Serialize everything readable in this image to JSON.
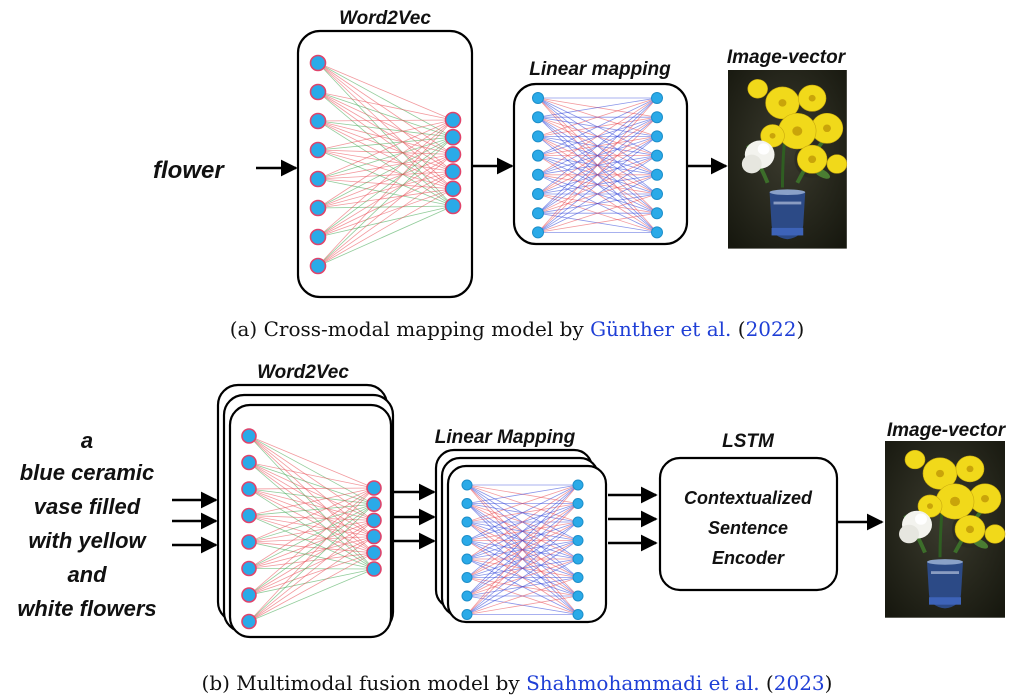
{
  "panel_a": {
    "input_word": "flower",
    "word2vec_label": "Word2Vec",
    "linear_label": "Linear mapping",
    "image_label": "Image-vector",
    "caption_prefix": "(a) Cross-modal mapping model by ",
    "caption_cite_authors": "Günther et al.",
    "caption_cite_year": "2022"
  },
  "panel_b": {
    "input_lines": [
      "a",
      "blue ceramic",
      "vase filled",
      "with yellow",
      "and",
      "white flowers"
    ],
    "word2vec_label": "Word2Vec",
    "linear_label": "Linear Mapping",
    "lstm_label": "LSTM",
    "lstm_box_lines": [
      "Contextualized",
      "Sentence",
      "Encoder"
    ],
    "image_label": "Image-vector",
    "caption_prefix": "(b) Multimodal fusion model by ",
    "caption_cite_authors": "Shahmohammadi et al.",
    "caption_cite_year": "2023"
  },
  "colors": {
    "node_fill": "#2aaae8",
    "edge_red": "#e8474f",
    "edge_green": "#3aa34a",
    "edge_blue": "#2b3fd8",
    "citation": "#1f3fd6"
  },
  "icons": [
    "flower-vase-image",
    "arrow-right-icon"
  ]
}
